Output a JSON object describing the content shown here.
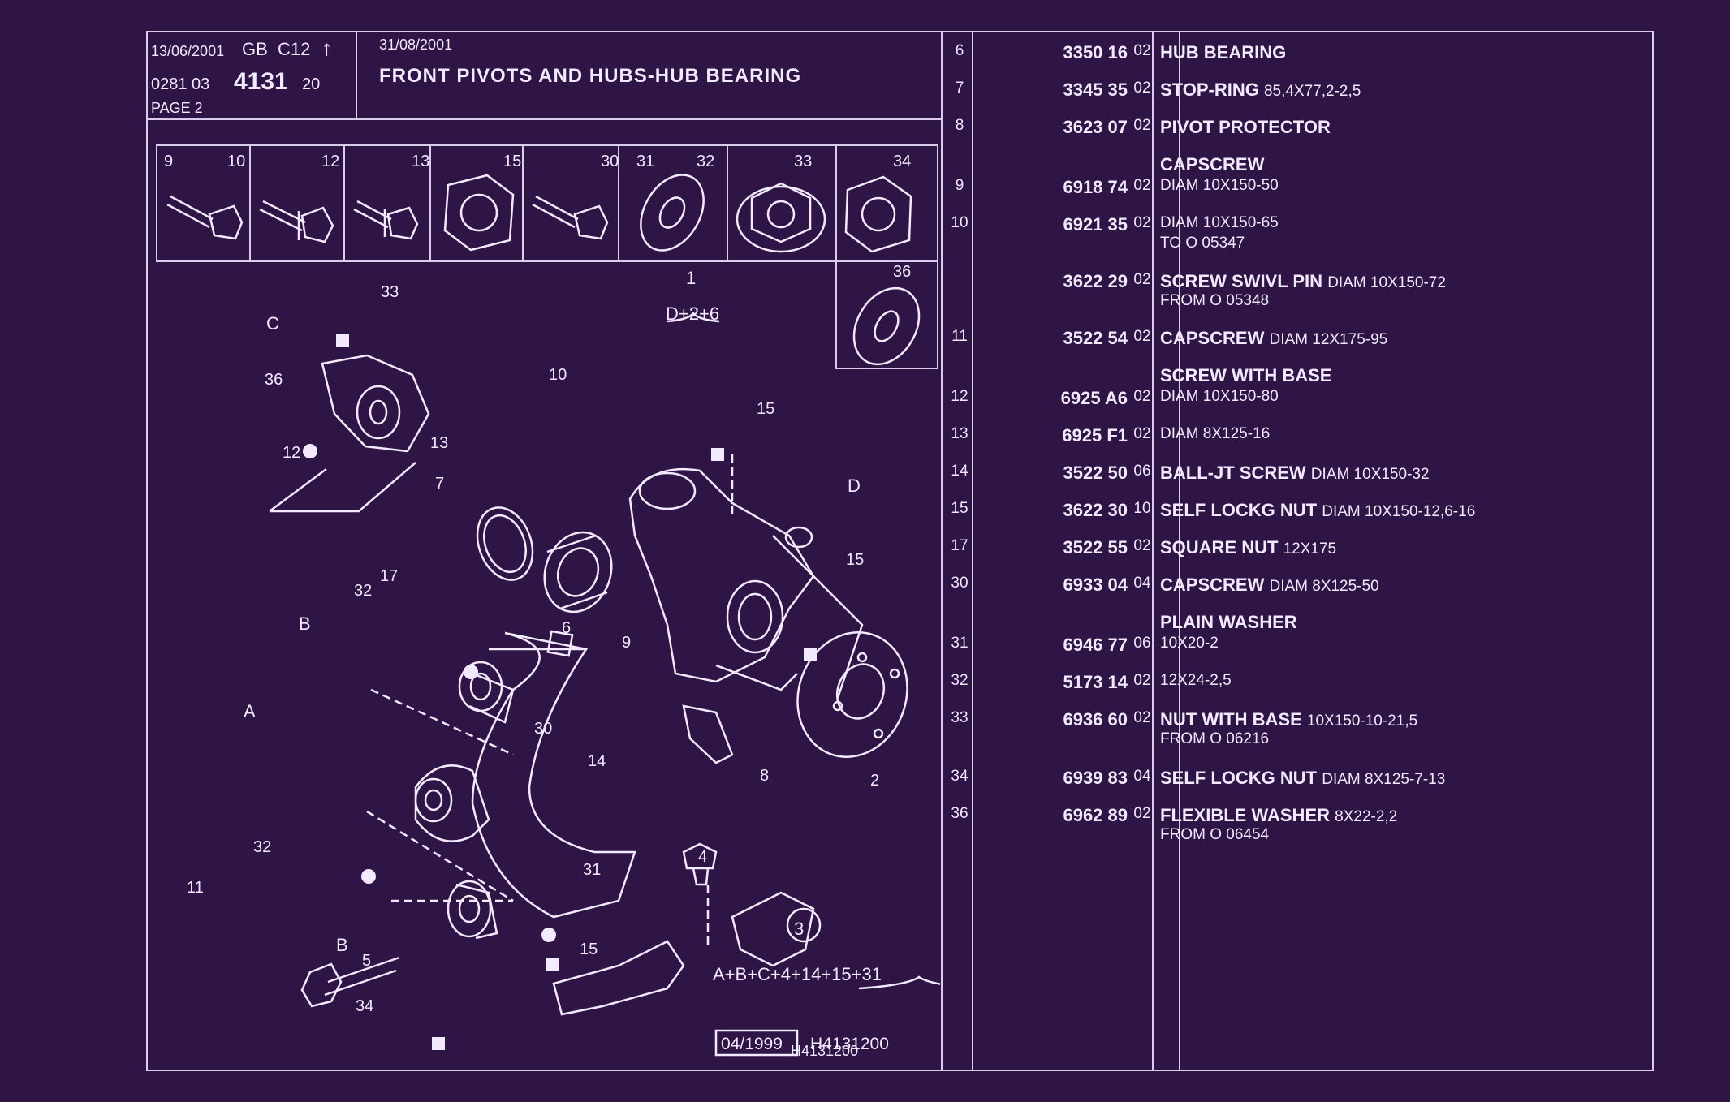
{
  "header": {
    "date": "13/06/2001",
    "lang": "GB",
    "model": "C12",
    "arrow": "↑",
    "ref_prefix": "0281  03",
    "ref_main": "4131",
    "ref_suffix": "20",
    "page": "PAGE  2",
    "date2": "31/08/2001",
    "title": "FRONT PIVOTS AND HUBS-HUB BEARING"
  },
  "thumbs": [
    {
      "nums": [
        "9",
        "10"
      ]
    },
    {
      "nums": [
        "12"
      ]
    },
    {
      "nums": [
        "13"
      ]
    },
    {
      "nums": [
        "15"
      ]
    },
    {
      "nums": [
        "30"
      ]
    },
    {
      "nums": [
        "31",
        "32"
      ]
    },
    {
      "nums": [
        "33"
      ]
    },
    {
      "nums": [
        "34"
      ]
    },
    {
      "nums": [
        "36"
      ]
    }
  ],
  "diagram": {
    "group1_num": "1",
    "group1_formula": "D+2+6",
    "group3_num": "3",
    "group3_formula": "A+B+C+4+14+15+31",
    "stamp_date": "04/1999",
    "stamp_ref": "H4131200",
    "footer_ref": "H4131200",
    "labels": {
      "c": "C",
      "d": "D",
      "b": "B",
      "a": "A",
      "b2": "B",
      "n33a": "33",
      "n36": "36",
      "n12": "12",
      "n13": "13",
      "n10": "10",
      "n15a": "15",
      "n7": "7",
      "n15b": "15",
      "n17": "17",
      "n32a": "32",
      "n6": "6",
      "n9": "9",
      "n30": "30",
      "n14": "14",
      "n8": "8",
      "n2": "2",
      "n32b": "32",
      "n11": "11",
      "n31": "31",
      "n4": "4",
      "n15c": "15",
      "n5": "5",
      "n34": "34"
    }
  },
  "parts": [
    {
      "idx": "6",
      "ref": "3350 16",
      "qty": "02",
      "desc": "HUB BEARING",
      "spec": "",
      "extra": ""
    },
    {
      "idx": "7",
      "ref": "3345 35",
      "qty": "02",
      "desc": "STOP-RING",
      "spec": "85,4X77,2-2,5",
      "extra": ""
    },
    {
      "idx": "8",
      "ref": "3623 07",
      "qty": "02",
      "desc": "PIVOT PROTECTOR",
      "spec": "",
      "extra": ""
    },
    {
      "idx": "9",
      "ref": "6918 74",
      "qty": "02",
      "desc": "CAPSCREW",
      "spec": "",
      "extra": "DIAM 10X150-50"
    },
    {
      "idx": "10",
      "ref": "6921 35",
      "qty": "02",
      "desc": "",
      "spec": "",
      "extra": "DIAM 10X150-65",
      "extra2": "TO  O  05347"
    },
    {
      "idx": "",
      "ref": "3622 29",
      "qty": "02",
      "desc": "SCREW SWIVL PIN",
      "spec": "DIAM 10X150-72",
      "extra": "FROM  O  05348"
    },
    {
      "idx": "11",
      "ref": "3522 54",
      "qty": "02",
      "desc": "CAPSCREW",
      "spec": "DIAM 12X175-95",
      "extra": ""
    },
    {
      "idx": "12",
      "ref": "6925 A6",
      "qty": "02",
      "desc": "SCREW WITH BASE",
      "spec": "",
      "extra": "DIAM 10X150-80"
    },
    {
      "idx": "13",
      "ref": "6925 F1",
      "qty": "02",
      "desc": "",
      "spec": "",
      "extra": "DIAM 8X125-16"
    },
    {
      "idx": "14",
      "ref": "3522 50",
      "qty": "06",
      "desc": "BALL-JT SCREW",
      "spec": "DIAM 10X150-32",
      "extra": ""
    },
    {
      "idx": "15",
      "ref": "3622 30",
      "qty": "10",
      "desc": "SELF LOCKG NUT",
      "spec": "DIAM 10X150-12,6-16",
      "extra": ""
    },
    {
      "idx": "17",
      "ref": "3522 55",
      "qty": "02",
      "desc": "SQUARE NUT",
      "spec": "12X175",
      "extra": ""
    },
    {
      "idx": "30",
      "ref": "6933 04",
      "qty": "04",
      "desc": "CAPSCREW",
      "spec": "DIAM 8X125-50",
      "extra": ""
    },
    {
      "idx": "31",
      "ref": "6946 77",
      "qty": "06",
      "desc": "PLAIN WASHER",
      "spec": "",
      "extra": "10X20-2"
    },
    {
      "idx": "32",
      "ref": "5173 14",
      "qty": "02",
      "desc": "",
      "spec": "",
      "extra": "12X24-2,5"
    },
    {
      "idx": "33",
      "ref": "6936 60",
      "qty": "02",
      "desc": "NUT WITH BASE",
      "spec": "10X150-10-21,5",
      "extra": "FROM  O  06216"
    },
    {
      "idx": "34",
      "ref": "6939 83",
      "qty": "04",
      "desc": "SELF LOCKG NUT",
      "spec": "DIAM 8X125-7-13",
      "extra": ""
    },
    {
      "idx": "36",
      "ref": "6962 89",
      "qty": "02",
      "desc": "FLEXIBLE WASHER",
      "spec": "8X22-2,2",
      "extra": "FROM  O  06454"
    }
  ]
}
